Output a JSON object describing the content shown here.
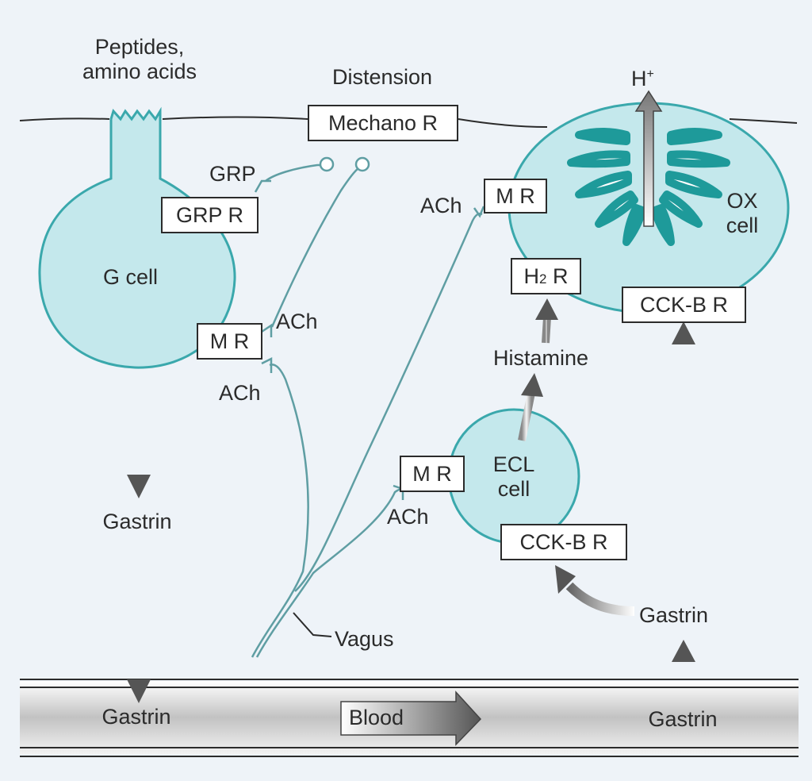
{
  "labels": {
    "peptides_line1": "Peptides,",
    "peptides_line2": "amino acids",
    "distension": "Distension",
    "h_plus": "H",
    "h_plus_sup": "+",
    "grp": "GRP",
    "ach_ox": "ACh",
    "ox_cell_line1": "OX",
    "ox_cell_line2": "cell",
    "g_cell": "G cell",
    "ach_mid_upper": "ACh",
    "ach_mid_lower": "ACh",
    "histamine": "Histamine",
    "ecl_cell_line1": "ECL",
    "ecl_cell_line2": "cell",
    "ach_ecl": "ACh",
    "gastrin_left": "Gastrin",
    "gastrin_right_upper": "Gastrin",
    "vagus": "Vagus",
    "gastrin_blood_left": "Gastrin",
    "blood": "Blood",
    "gastrin_blood_right": "Gastrin"
  },
  "receptors": {
    "mechano": "Mechano R",
    "grp_r": "GRP R",
    "m_r_gcell": "M R",
    "m_r_ox": "M R",
    "h2_r_main": "H",
    "h2_r_sub": "2",
    "h2_r_tail": " R",
    "cck_b_ox": "CCK-B R",
    "m_r_ecl": "M R",
    "cck_b_ecl": "CCK-B R"
  },
  "colors": {
    "cell_fill": "#c4e8ec",
    "cell_stroke": "#3aa8ac",
    "canaliculi": "#1e9a9a",
    "nerve": "#5f9ea3",
    "arrow": "#555555",
    "blood": "#bcbcbc"
  }
}
